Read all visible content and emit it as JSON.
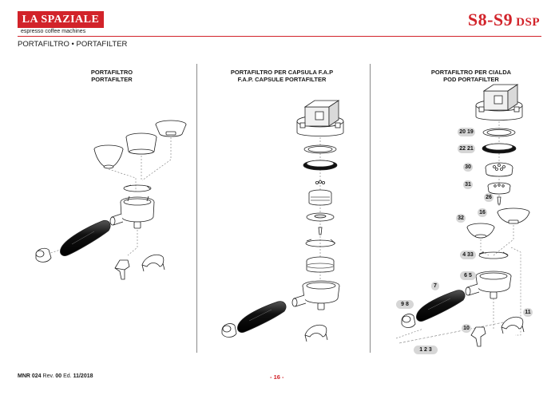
{
  "header": {
    "logo": "LA SPAZIALE",
    "tagline": "espresso coffee machines",
    "model": "S8-S9",
    "model_suffix": "DSP"
  },
  "section_title": "PORTAFILTRO • PORTAFILTER",
  "columns": [
    {
      "title_it": "PORTAFILTRO",
      "title_en": "PORTAFILTER"
    },
    {
      "title_it": "PORTAFILTRO PER CAPSULA F.A.P",
      "title_en": "F.A.P. CAPSULE PORTAFILTER"
    },
    {
      "title_it": "PORTAFILTRO PER CIALDA",
      "title_en": "POD PORTAFILTER"
    }
  ],
  "part_labels": [
    "20 19",
    "22 21",
    "30",
    "31",
    "26",
    "16",
    "32",
    "4 33",
    "6 5",
    "7",
    "9 8",
    "11",
    "10",
    "1 2 3"
  ],
  "footer": {
    "doc": "MNR 024",
    "rev_label": "Rev.",
    "rev": "00",
    "ed_label": "Ed.",
    "ed": "11/2018",
    "page": "- 16 -"
  },
  "colors": {
    "brand_red": "#d2232a",
    "badge_grey": "#d6d6d6"
  }
}
